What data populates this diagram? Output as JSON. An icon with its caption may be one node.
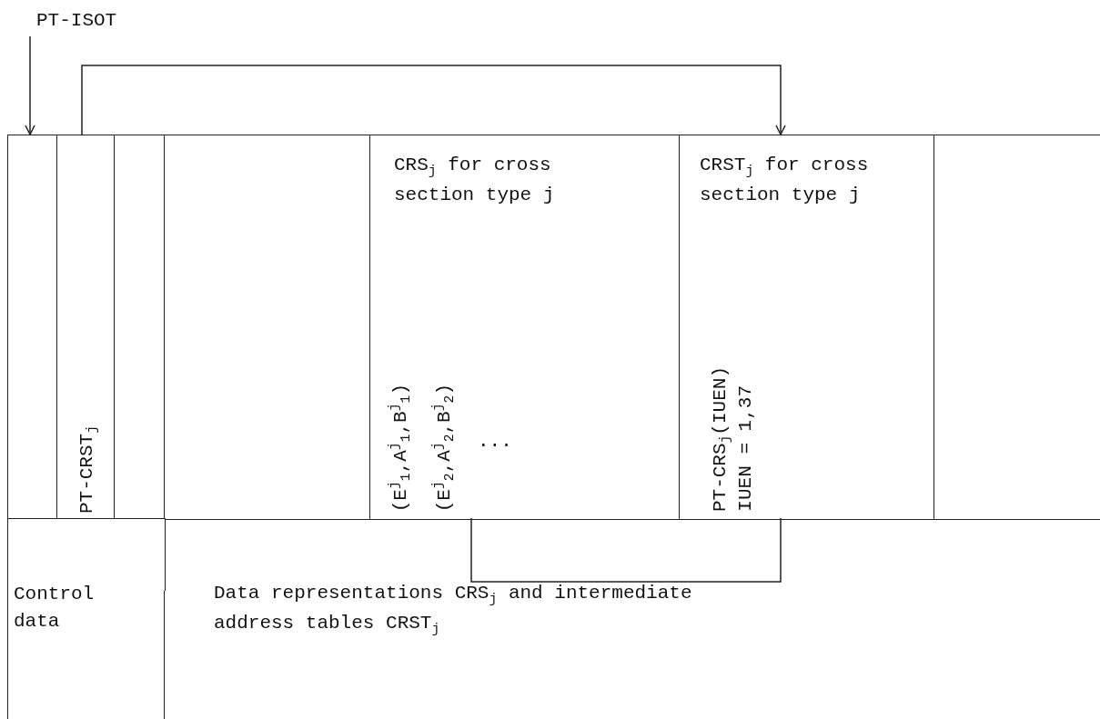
{
  "diagram": {
    "nodes": [
      {
        "text": [
          "PT-ISOT"
        ]
      },
      {
        "text": [],
        "shape": "box"
      },
      {
        "text": [
          "PT-CRST$_{j}$"
        ]
      },
      {
        "text": [],
        "shape": "box"
      },
      {
        "text": [],
        "shape": "box"
      },
      {
        "text": [
          "CRS$_{j}$ for cross section type j",
          "(E$^{j}$$_{1}$,A$^{j}$$_{1}$,B$^{j}$$_{1}$)",
          "(E$^{j}$$_{2}$,A$^{j}$$_{2}$,B$^{j}$$_{2}$)",
          "..."
        ]
      },
      {
        "text": [
          "CRST$_{j}$ for cross section type j",
          "PT-CRS$_{j}$(IUEN)",
          "IUEN = 1,37"
        ]
      },
      {
        "text": [],
        "shape": "box"
      },
      {
        "text": [
          "Control data"
        ]
      },
      {
        "text": [
          "Data representations CRS$_{j}$ and intermediate address tables CRST$_{j}$"
        ]
      }
    ],
    "edges": [
      {
        "from": 0,
        "to": 1,
        "arrow": "to"
      },
      {
        "from": 2,
        "to": 6,
        "arrow": "to"
      },
      {
        "from": 5,
        "to": 6,
        "arrow": "none"
      }
    ]
  }
}
